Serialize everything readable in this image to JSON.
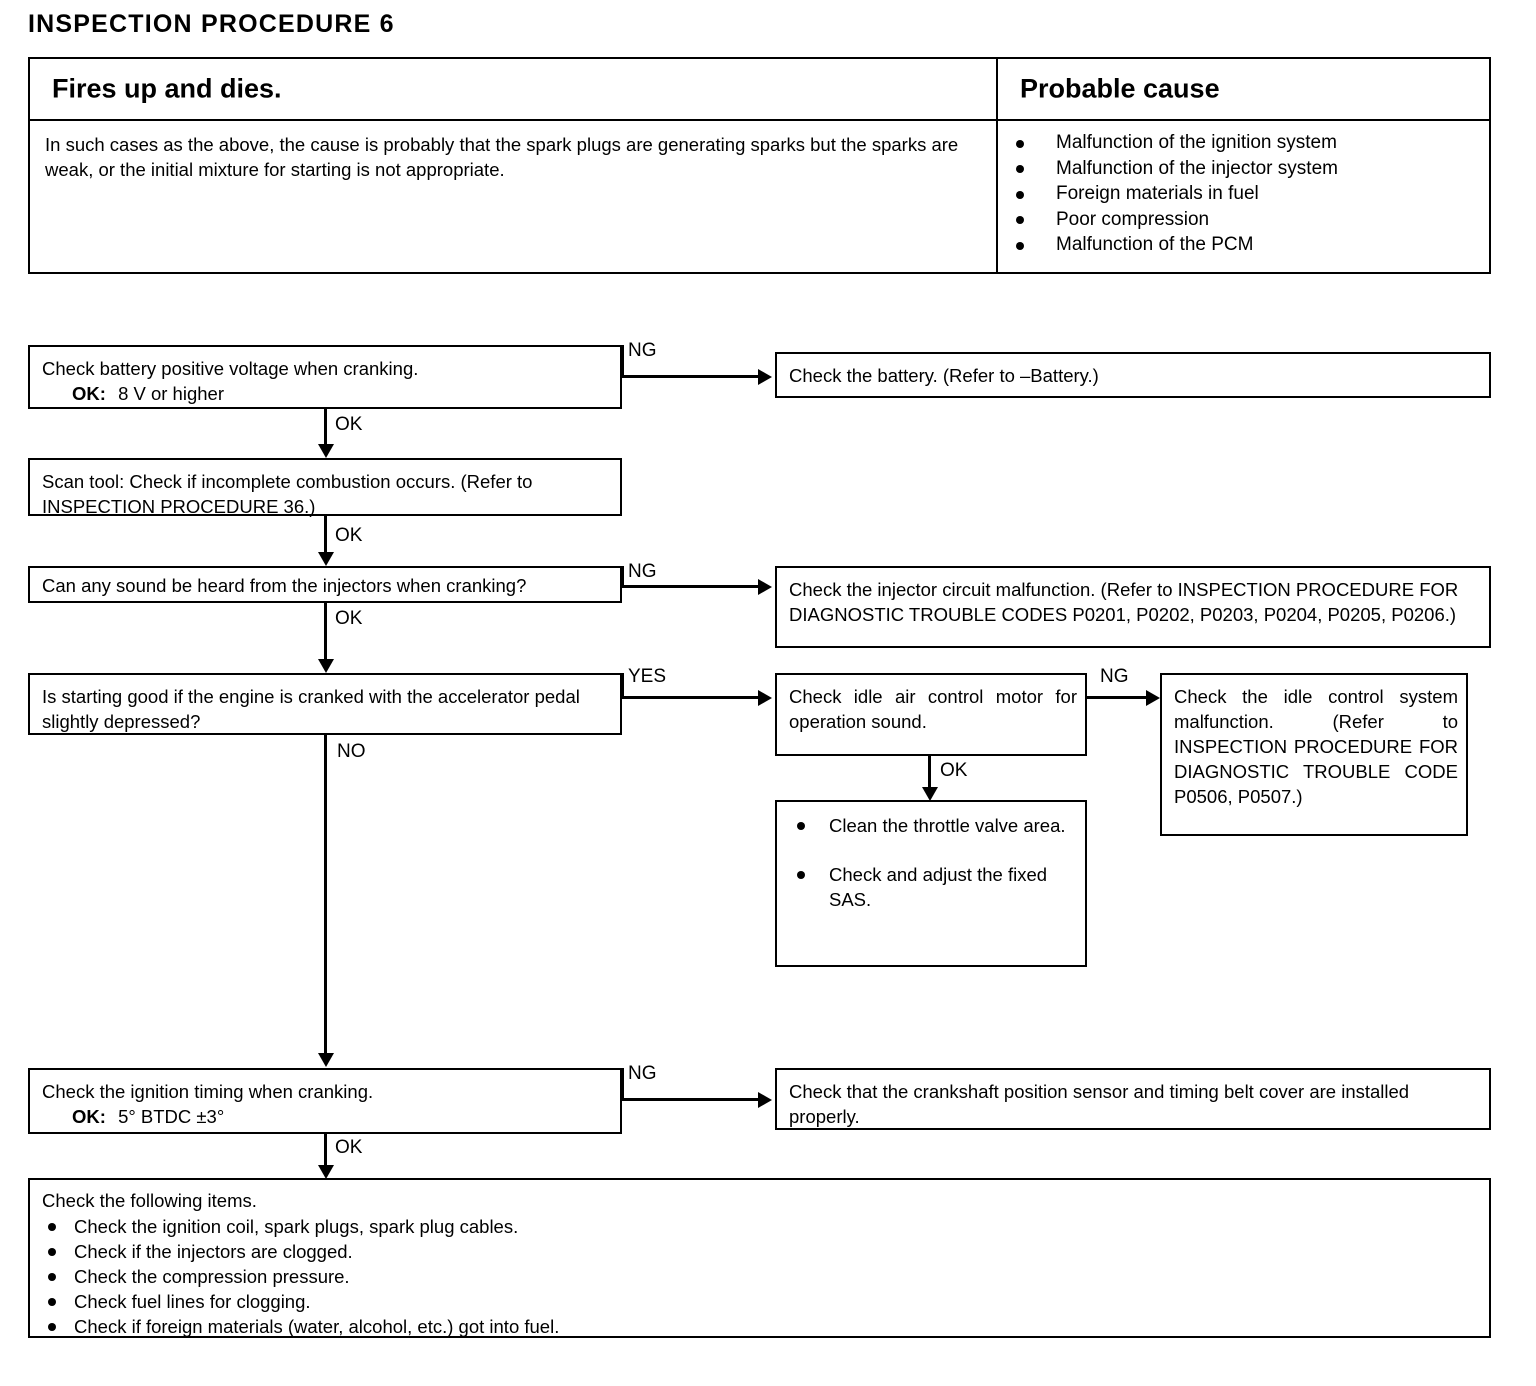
{
  "page": {
    "title": "INSPECTION PROCEDURE 6"
  },
  "symptom_table": {
    "symptom_header": "Fires up and dies.",
    "cause_header": "Probable cause",
    "description": "In such cases as the above, the cause is probably that the spark plugs are generating sparks but the sparks are weak, or the initial mixture for starting is not appropriate.",
    "probable_causes": [
      "Malfunction of the ignition system",
      "Malfunction of the injector system",
      "Foreign materials in fuel",
      "Poor compression",
      "Malfunction of the PCM"
    ]
  },
  "flowchart": {
    "nodes": {
      "battery_check": {
        "line1": "Check battery positive voltage when cranking.",
        "ok_label": "OK:",
        "ok_value": "8 V or higher"
      },
      "battery_result": {
        "text": "Check the battery. (Refer to –Battery.)"
      },
      "scan_tool": {
        "text": "Scan tool: Check if incomplete combustion occurs. (Refer to INSPECTION PROCEDURE 36.)"
      },
      "injector_sound": {
        "text": "Can any sound be heard from the injectors when cranking?"
      },
      "injector_circuit": {
        "text": "Check the injector circuit malfunction. (Refer to INSPECTION PROCEDURE FOR DIAGNOSTIC TROUBLE CODES P0201, P0202, P0203, P0204, P0205, P0206.)"
      },
      "accelerator_start": {
        "text": "Is starting good if the engine is cranked with the accelerator pedal slightly depressed?"
      },
      "idle_air_motor": {
        "text": "Check idle air control motor for operation sound."
      },
      "idle_control_system": {
        "text": "Check the idle control system malfunction. (Refer to INSPECTION PROCEDURE FOR DIAGNOSTIC TROUBLE CODE P0506, P0507.)"
      },
      "throttle_actions": {
        "items": [
          "Clean the throttle valve area.",
          "Check and adjust the fixed SAS."
        ]
      },
      "ignition_timing": {
        "line1": "Check the ignition timing when cranking.",
        "ok_label": "OK:",
        "ok_value": "5° BTDC ±3°"
      },
      "crank_sensor": {
        "text": "Check that the crankshaft position sensor and timing belt cover are installed properly."
      },
      "final_checks": {
        "heading": "Check the following items.",
        "items": [
          "Check the ignition coil, spark plugs, spark plug cables.",
          "Check if the injectors are clogged.",
          "Check the compression pressure.",
          "Check fuel lines for clogging.",
          "Check if foreign materials (water, alcohol, etc.) got into fuel."
        ]
      }
    },
    "edges": {
      "battery_ng": "NG",
      "battery_ok": "OK",
      "scan_ok": "OK",
      "injector_ng": "NG",
      "injector_ok": "OK",
      "accelerator_yes": "YES",
      "accelerator_no": "NO",
      "idle_ng": "NG",
      "idle_ok": "OK",
      "timing_ng": "NG",
      "timing_ok": "OK"
    }
  }
}
